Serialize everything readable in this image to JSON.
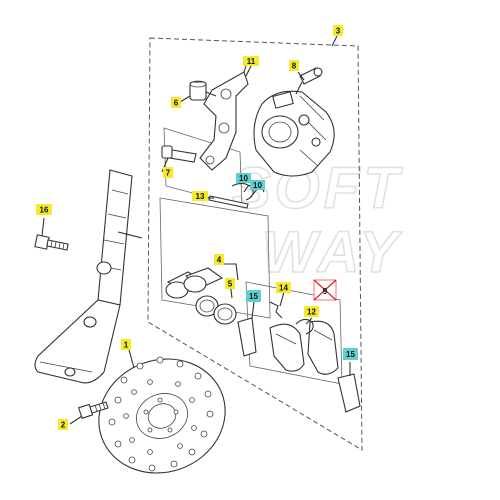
{
  "watermark": {
    "line1": "SOFT",
    "line2": "WAY"
  },
  "callouts": [
    {
      "id": "c1",
      "text": "1",
      "color": "#f3ea2c"
    },
    {
      "id": "c2",
      "text": "2",
      "color": "#f3ea2c"
    },
    {
      "id": "c3",
      "text": "3",
      "color": "#f3ea2c"
    },
    {
      "id": "c4",
      "text": "4",
      "color": "#f3ea2c"
    },
    {
      "id": "c5",
      "text": "5",
      "color": "#f3ea2c"
    },
    {
      "id": "c6",
      "text": "6",
      "color": "#f3ea2c"
    },
    {
      "id": "c7",
      "text": "7",
      "color": "#f3ea2c"
    },
    {
      "id": "c8",
      "text": "8",
      "color": "#f3ea2c"
    },
    {
      "id": "c9",
      "text": "9",
      "color": "#ff6b6b"
    },
    {
      "id": "c10a",
      "text": "10",
      "color": "#5fd0d0"
    },
    {
      "id": "c10b",
      "text": "10",
      "color": "#5fd0d0"
    },
    {
      "id": "c11",
      "text": "11",
      "color": "#f3ea2c"
    },
    {
      "id": "c12",
      "text": "12",
      "color": "#f3ea2c"
    },
    {
      "id": "c13",
      "text": "13",
      "color": "#f3ea2c"
    },
    {
      "id": "c14",
      "text": "14",
      "color": "#f3ea2c"
    },
    {
      "id": "c15a",
      "text": "15",
      "color": "#5fd0d0"
    },
    {
      "id": "c15b",
      "text": "15",
      "color": "#5fd0d0"
    },
    {
      "id": "c16",
      "text": "16",
      "color": "#f3ea2c"
    }
  ]
}
